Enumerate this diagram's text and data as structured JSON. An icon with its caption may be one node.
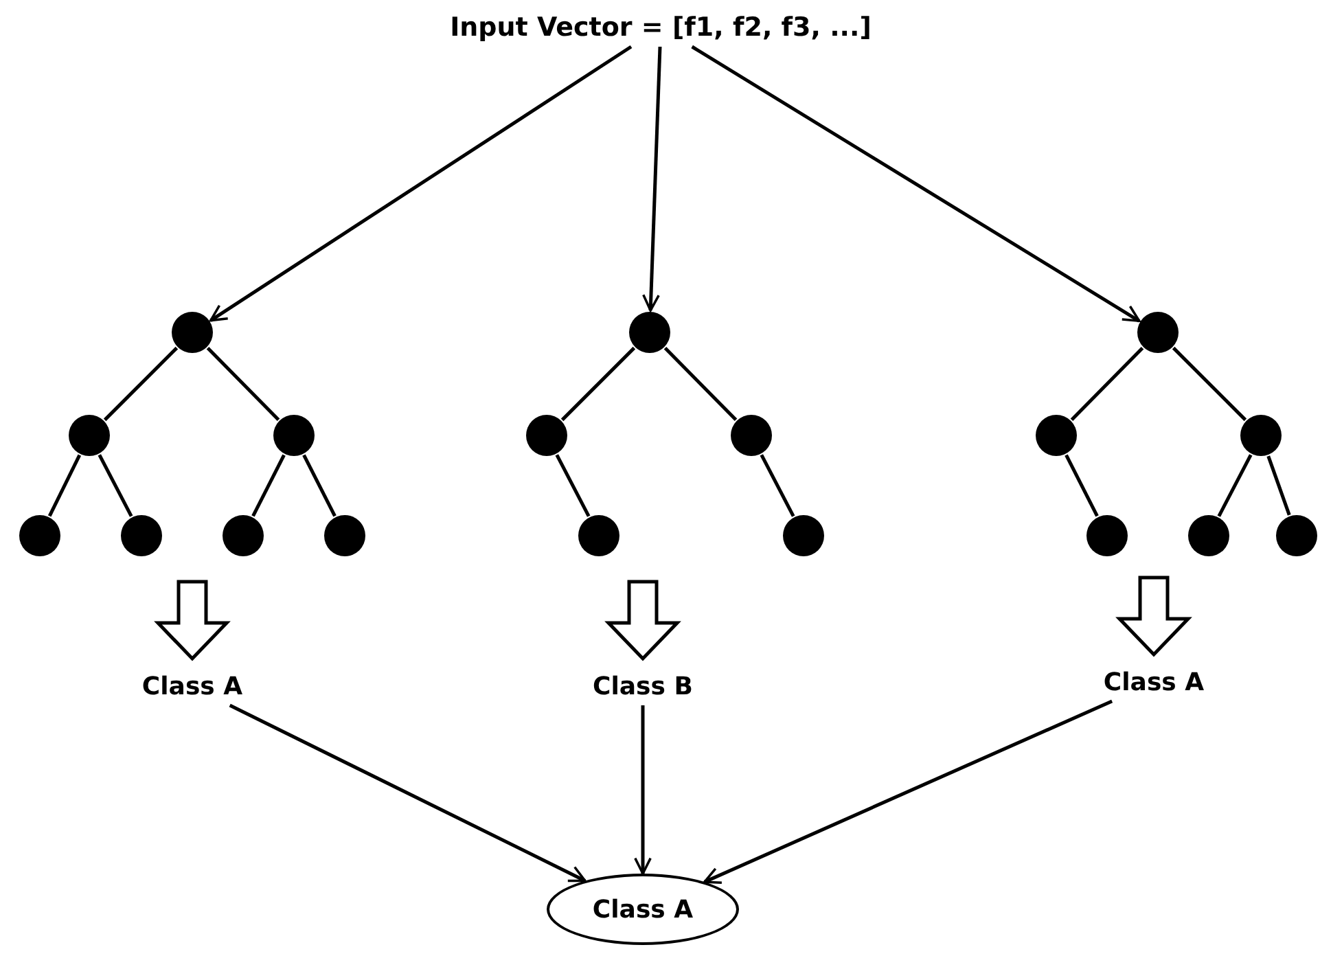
{
  "diagram": {
    "nodes": [
      {
        "text": [
          "Input Vector = [f1, f2, f3, ...]"
        ]
      },
      {
        "text": [],
        "shape": "circle"
      },
      {
        "text": [],
        "shape": "circle"
      },
      {
        "text": [],
        "shape": "circle"
      },
      {
        "text": [],
        "shape": "circle"
      },
      {
        "text": [],
        "shape": "circle"
      },
      {
        "text": [],
        "shape": "circle"
      },
      {
        "text": [],
        "shape": "circle"
      },
      {
        "text": [],
        "shape": "circle"
      },
      {
        "text": [],
        "shape": "circle"
      },
      {
        "text": [],
        "shape": "circle"
      },
      {
        "text": [],
        "shape": "circle"
      },
      {
        "text": [],
        "shape": "circle"
      },
      {
        "text": [],
        "shape": "circle"
      },
      {
        "text": [],
        "shape": "circle"
      },
      {
        "text": [],
        "shape": "circle"
      },
      {
        "text": [],
        "shape": "circle"
      },
      {
        "text": [],
        "shape": "circle"
      },
      {
        "text": [],
        "shape": "circle"
      },
      {
        "text": [
          "Class A"
        ]
      },
      {
        "text": [
          "Class B"
        ]
      },
      {
        "text": [
          "Class A"
        ]
      },
      {
        "text": [
          "Class A"
        ]
      }
    ],
    "edges": [
      {
        "from": 0,
        "to": 1,
        "arrow": "to"
      },
      {
        "from": 0,
        "to": 8,
        "arrow": "to"
      },
      {
        "from": 0,
        "to": 13,
        "arrow": "to"
      },
      {
        "from": 1,
        "to": 2,
        "arrow": "none"
      },
      {
        "from": 1,
        "to": 3,
        "arrow": "none"
      },
      {
        "from": 2,
        "to": 4,
        "arrow": "none"
      },
      {
        "from": 2,
        "to": 5,
        "arrow": "none"
      },
      {
        "from": 3,
        "to": 6,
        "arrow": "none"
      },
      {
        "from": 3,
        "to": 7,
        "arrow": "none"
      },
      {
        "from": 8,
        "to": 9,
        "arrow": "none"
      },
      {
        "from": 8,
        "to": 10,
        "arrow": "none"
      },
      {
        "from": 9,
        "to": 11,
        "arrow": "none"
      },
      {
        "from": 10,
        "to": 12,
        "arrow": "none"
      },
      {
        "from": 13,
        "to": 14,
        "arrow": "none"
      },
      {
        "from": 13,
        "to": 15,
        "arrow": "none"
      },
      {
        "from": 14,
        "to": 16,
        "arrow": "none"
      },
      {
        "from": 15,
        "to": 17,
        "arrow": "none"
      },
      {
        "from": 15,
        "to": 18,
        "arrow": "none"
      },
      {
        "from": null,
        "to": 19,
        "arrow": "to"
      },
      {
        "from": null,
        "to": 20,
        "arrow": "to"
      },
      {
        "from": null,
        "to": 21,
        "arrow": "to"
      },
      {
        "from": 19,
        "to": 22,
        "arrow": "to"
      },
      {
        "from": 20,
        "to": 22,
        "arrow": "to"
      },
      {
        "from": 21,
        "to": 22,
        "arrow": "to"
      }
    ]
  }
}
